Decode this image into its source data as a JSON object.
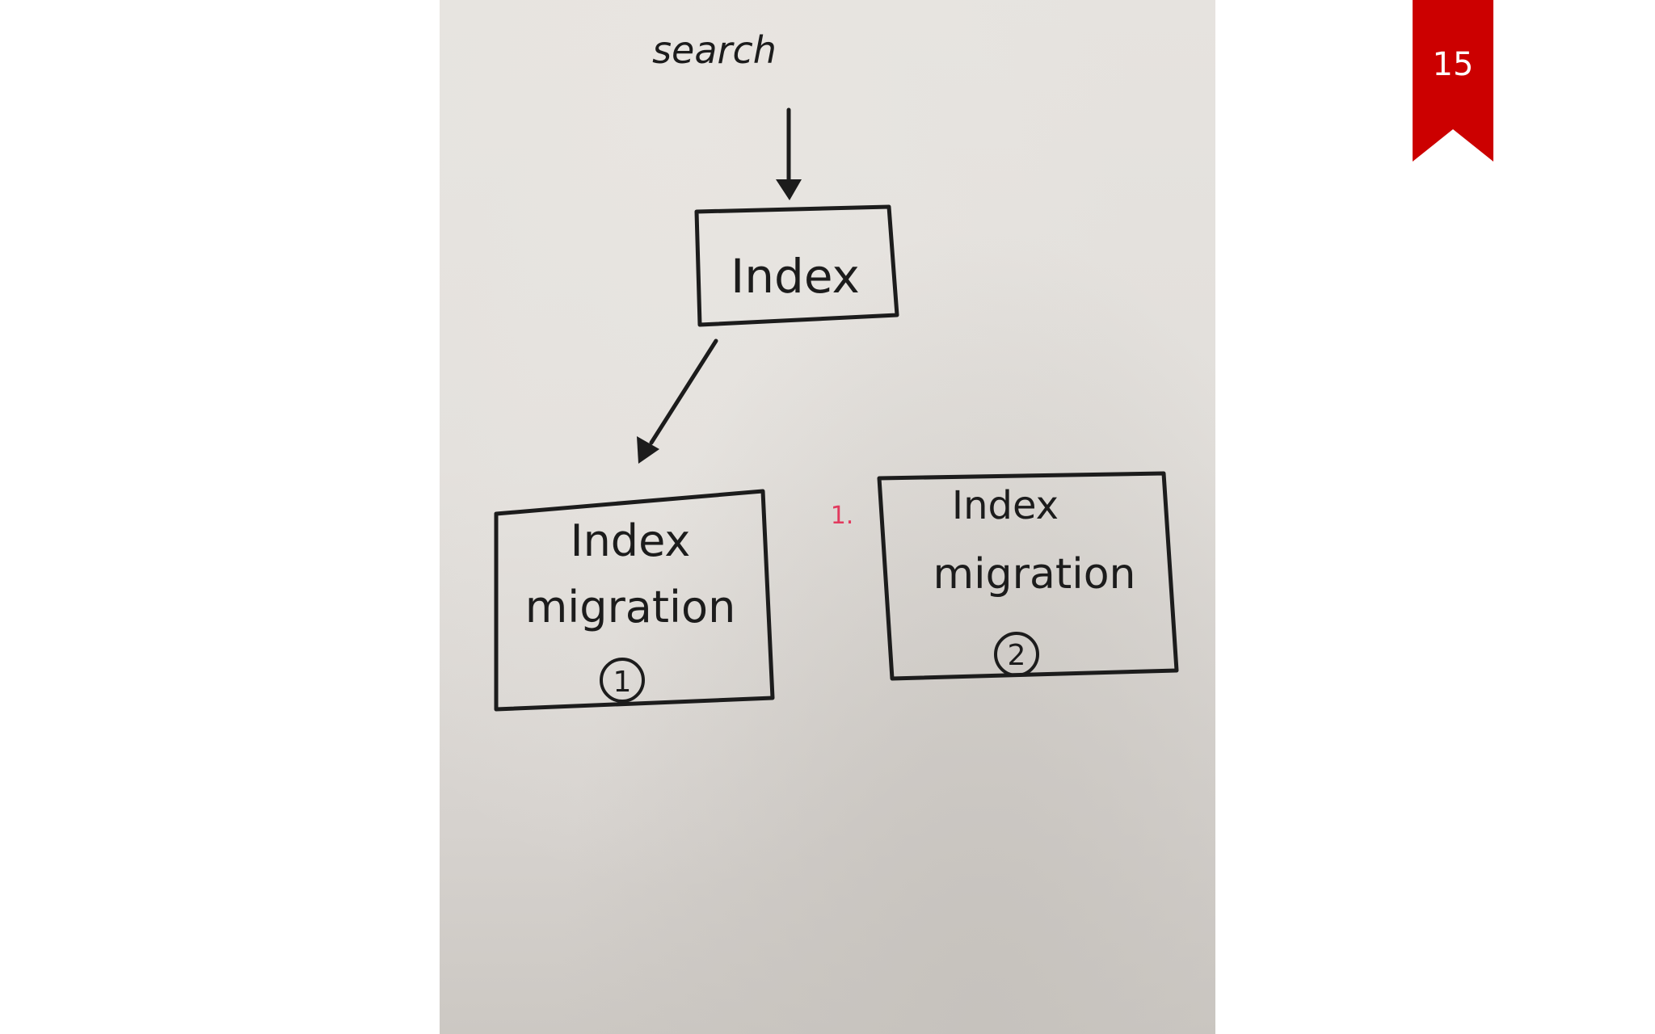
{
  "slide": {
    "page_number": "15",
    "accent_color": "#cc0000"
  },
  "diagram": {
    "top_label": "search",
    "root_node": "Index",
    "left_node": {
      "line1": "Index",
      "line2": "migration",
      "badge": "1"
    },
    "right_node": {
      "line1": "Index",
      "line2": "migration",
      "badge": "2"
    },
    "side_mark": "1."
  }
}
